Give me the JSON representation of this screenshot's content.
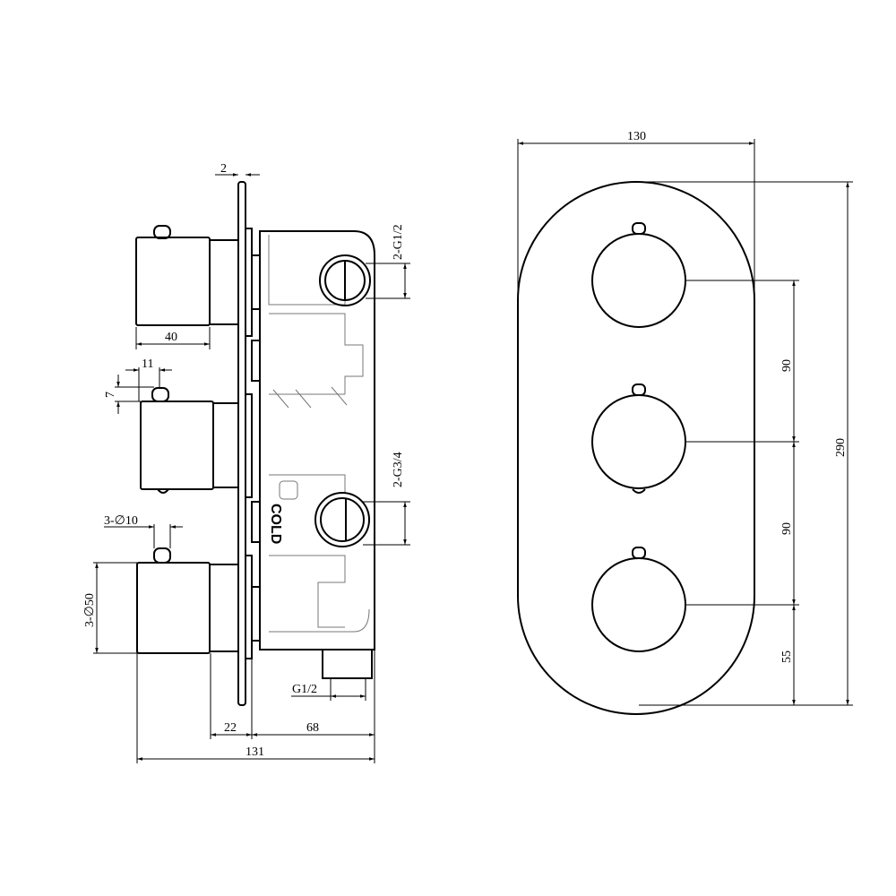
{
  "side_view": {
    "dims": {
      "plate_thickness": "2",
      "knob_length": "40",
      "pin_offset": "11",
      "pin_height": "7",
      "pin_diameter": "3-∅10",
      "knob_diameter": "3-∅50",
      "collar_depth": "22",
      "body_depth": "68",
      "total_depth": "131",
      "outlet_thread": "G1/2",
      "top_port_thread": "2-G1/2",
      "cold_port_thread": "2-G3/4"
    },
    "port_label": "COLD"
  },
  "front_view": {
    "dims": {
      "width": "130",
      "height": "290",
      "spacing_1": "90",
      "spacing_2": "90",
      "bottom_margin": "55"
    }
  },
  "colors": {
    "line": "#000000",
    "hidden_line": "#777777",
    "background": "#ffffff"
  }
}
